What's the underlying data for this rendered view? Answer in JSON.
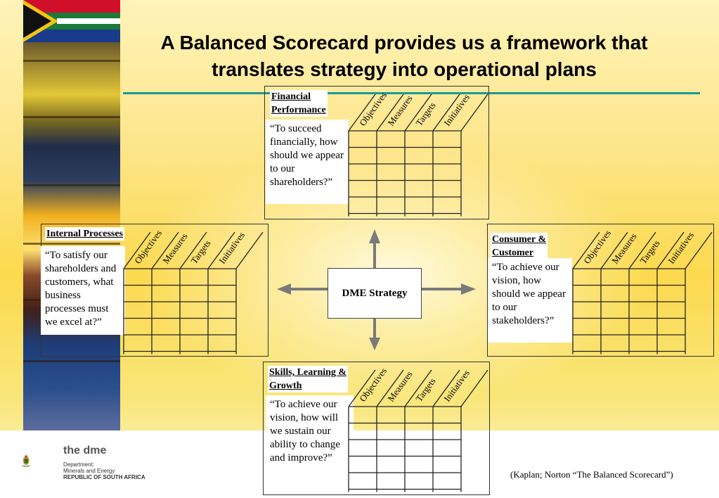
{
  "title_line1": "A Balanced Scorecard provides us a framework that",
  "title_line2": "translates strategy into operational plans",
  "center": "DME Strategy",
  "column_headers": [
    "Objectives",
    "Measures",
    "Targets",
    "Initiatives"
  ],
  "panels": {
    "financial": {
      "label_line1": "Financial",
      "label_line2": "Performance",
      "quote": "“To succeed financially, how should we appear to our shareholders?”"
    },
    "internal": {
      "label": "Internal Processes",
      "quote": "“To satisfy our shareholders and customers, what business processes must we excel at?”"
    },
    "customer": {
      "label_line1": "Consumer &",
      "label_line2": "Customer",
      "quote": "“To achieve our vision, how should we appear to our stakeholders?”"
    },
    "learning": {
      "label_line1": "Skills, Learning &",
      "label_line2": "Growth",
      "quote": "“To achieve our vision, how will we sustain our ability to change and improve?”"
    }
  },
  "citation": "(Kaplan; Norton “The Balanced Scorecard”)",
  "logo": {
    "name": "the dme",
    "dept_line1": "Department:",
    "dept_line2": "Minerals and Energy",
    "dept_line3": "REPUBLIC OF SOUTH AFRICA"
  },
  "colors": {
    "title_rule": "#1a9a96",
    "arrow": "#7a7a7a",
    "background": "#fcd94e"
  }
}
